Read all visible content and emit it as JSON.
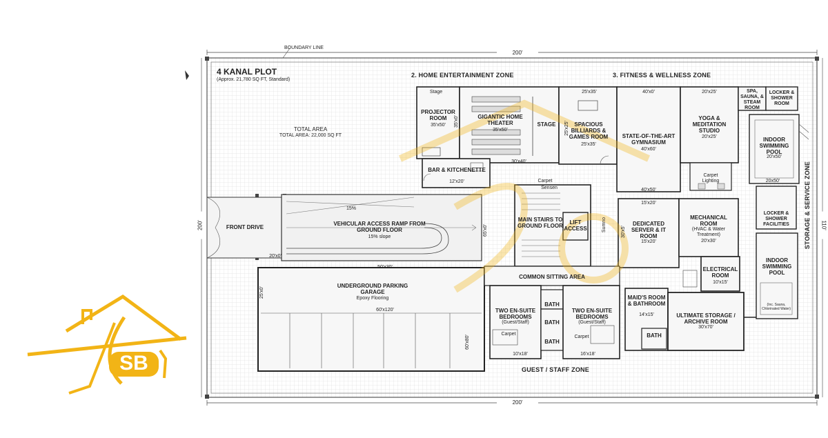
{
  "plan": {
    "boundary_line": "BOUNDARY LINE",
    "top_dimension": "200'",
    "bottom_dimension": "200'",
    "left_dimension": "200'",
    "right_dimension": "110'",
    "plot_title": "4 KANAL PLOT",
    "plot_subtitle": "(Approx. 21,780 SQ FT, Standard)",
    "total_area_title": "TOTAL AREA",
    "total_area_value": "TOTAL AREA: 22,000 SQ FT",
    "front_drive": "FRONT DRIVE",
    "ramp_dim": "20'x0'",
    "ramp_slope_label": "15%",
    "ramp_title": "VEHICULAR ACCESS RAMP FROM GROUND FLOOR",
    "ramp_sub": "15% slope"
  },
  "zones": {
    "home_entertainment": "2. HOME ENTERTAINMENT ZONE",
    "fitness": "3. FITNESS & WELLNESS ZONE",
    "storage_service": "STORAGE & SERVICE ZONE",
    "guest_staff": "GUEST / STAFF ZONE"
  },
  "rooms": {
    "stage_small": "Stage",
    "projector_title": "PROJECTOR ROOM",
    "projector_dim": "35'x50'",
    "projector_side_dim": "35'x0'",
    "theater_title": "GIGANTIC HOME THEATER",
    "theater_dim": "35'x50'",
    "stage": "STAGE",
    "theater_bottom_dim": "30'x40'",
    "billiards_top_dim": "25'x35'",
    "billiards_title": "SPACIOUS BILLIARDS & GAMES ROOM",
    "billiards_dim": "25'x35'",
    "billiards_side_dim": "25'x25'",
    "gym_top_dim": "40'x0'",
    "gym_title": "STATE-OF-THE-ART GYMNASIUM",
    "gym_dim": "40'x60'",
    "gym_bottom_dim": "40'x50'",
    "yoga_top_dim": "20'x25'",
    "yoga_title": "YOGA & MEDITATION STUDIO",
    "yoga_dim": "20'x25'",
    "yoga_lighting": "Carpet Lighting",
    "spa_title": "SPA, SAUNA, & STEAM ROOM",
    "locker_top_title": "LOCKER & SHOWER ROOM",
    "pool_top_title": "INDOOR SWIMMING POOL",
    "pool_top_dim": "20'x50'",
    "pool_top_bottom_dim": "20x50'",
    "bar_title": "BAR & KITCHENETTE",
    "bar_dim": "12'x20'",
    "carpet_top": "Carpet",
    "pass_label": "Sensen",
    "stairs_title": "MAIN STAIRS TO GROUND FLOOR",
    "lift_title": "LIFT ACCESS",
    "stairs_side_dim": "65'x0'",
    "corridor_label": "Sumno",
    "server_top_dim": "15'x20'",
    "server_title": "DEDICATED SERVER & IT ROOM",
    "server_dim": "15'x20'",
    "server_side_dim": "30'x5'",
    "mech_title": "MECHANICAL ROOM",
    "mech_sub": "(HVAC & Water Treatment)",
    "mech_dim": "20'x30'",
    "elec_title": "ELECTRICAL ROOM",
    "elec_dim": "10'x15'",
    "locker_title": "LOCKER & SHOWER FACILITIES",
    "pool_title": "INDOOR SWIMMING POOL",
    "pool_note": "(Inc. Sauna, Chlorinated Water)",
    "garage_top_dim": "50'x30'",
    "garage_title": "UNDERGROUND PARKING GARAGE",
    "garage_sub": "Epoxy Flooring",
    "garage_inner_dim": "60'x120'",
    "garage_side_dim": "25'x0'",
    "garage_right_dim": "60'x80'",
    "sitting_title": "COMMON SITTING AREA",
    "bedrooms_left_title": "TWO EN-SUITE BEDROOMS",
    "bedrooms_left_sub": "(Guest/Staff)",
    "bedrooms_left_carpet": "Carpet",
    "bedrooms_left_dim": "10'x18'",
    "bath1": "BATH",
    "bath2": "BATH",
    "bath3": "BATH",
    "bedrooms_right_title": "TWO EN-SUITE BEDROOMS",
    "bedrooms_right_sub": "(Guest/Staff)",
    "bedrooms_right_carpet": "Carpet",
    "bedrooms_right_dim": "16'x18'",
    "maids_title": "MAID'S ROOM & BATHROOM",
    "maids_dim": "14'x15'",
    "maids_bath": "BATH",
    "storage_title": "ULTIMATE STORAGE / ARCHIVE ROOM",
    "storage_dim": "30'x70'"
  },
  "logo": {
    "text": "SB",
    "color": "#f2b416"
  }
}
